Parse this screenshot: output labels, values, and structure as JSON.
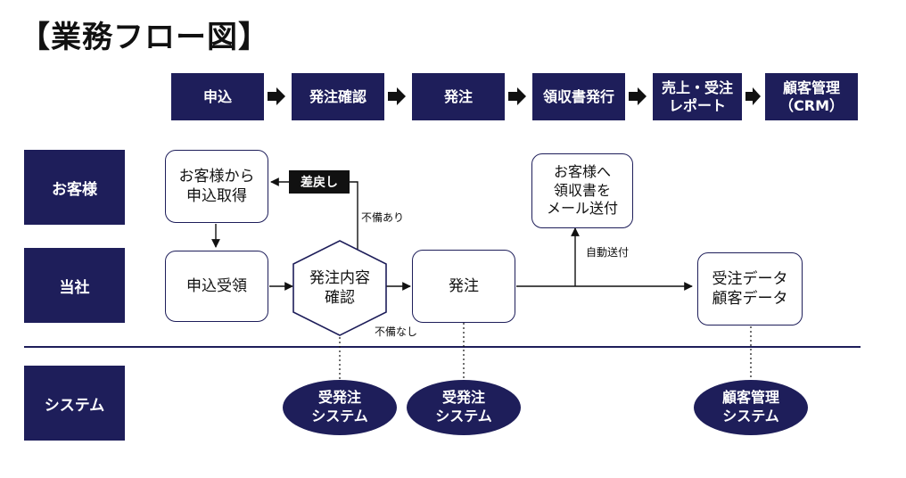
{
  "title": "【業務フロー図】",
  "steps": [
    "申込",
    "発注確認",
    "発注",
    "領収書発行",
    "売上・受注\nレポート",
    "顧客管理\n（CRM）"
  ],
  "lanes": [
    "お客様",
    "当社",
    "システム"
  ],
  "nodes": {
    "customer_apply": "お客様から\n申込取得",
    "receive": "申込受領",
    "confirm": "発注内容\n確認",
    "order": "発注",
    "receipt_mail": "お客様へ\n領収書を\nメール送付",
    "data": "受注データ\n顧客データ"
  },
  "return_label": "差戻し",
  "edge_labels": {
    "defect": "不備あり",
    "no_defect": "不備なし",
    "auto_send": "自動送付"
  },
  "systems": {
    "order_system_1": "受発注\nシステム",
    "order_system_2": "受発注\nシステム",
    "crm_system": "顧客管理\nシステム"
  },
  "colors": {
    "navy": "#1e1e5a",
    "black": "#111111",
    "white": "#ffffff"
  }
}
